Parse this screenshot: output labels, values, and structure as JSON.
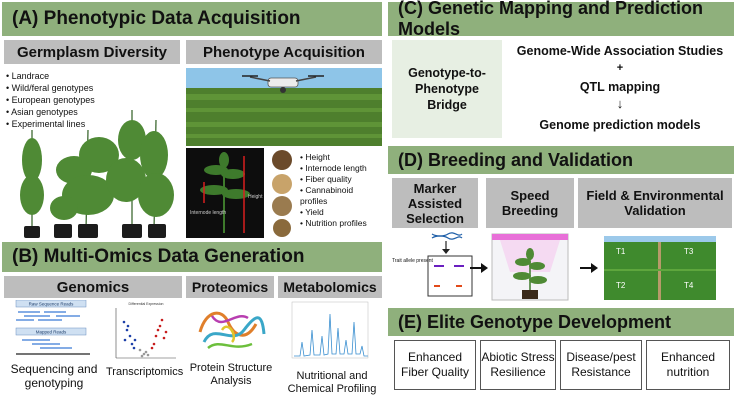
{
  "panel_a": {
    "title": "(A) Phenotypic Data Acquisition",
    "germplasm": {
      "heading": "Germplasm Diversity",
      "items": [
        "Landrace",
        "Wild/feral genotypes",
        "European genotypes",
        "Asian genotypes",
        "Experimental lines"
      ]
    },
    "phenotype": {
      "heading": "Phenotype Acquisition",
      "traits": [
        "Height",
        "Internode length",
        "Fiber quality",
        "Cannabinoid profiles",
        "Yield",
        "Nutrition profiles"
      ],
      "plant_labels": [
        "Internode length",
        "Height"
      ]
    }
  },
  "panel_b": {
    "title": "(B) Multi-Omics Data Generation",
    "genomics": {
      "heading": "Genomics",
      "caption_left": "Sequencing and genotyping",
      "caption_right": "Transcriptomics",
      "raw_reads": "Raw Sequence Reads",
      "mapped_reads": "Mapped Reads",
      "volcano_title": "Differential Expression"
    },
    "proteomics": {
      "heading": "Proteomics",
      "caption": "Protein Structure Analysis"
    },
    "metabolomics": {
      "heading": "Metabolomics",
      "caption": "Nutritional and Chemical Profiling"
    }
  },
  "panel_c": {
    "title": "(C) Genetic Mapping and Prediction Models",
    "bridge": "Genotype-to-Phenotype Bridge",
    "gwas": "Genome-Wide Association Studies",
    "plus": "+",
    "qtl": "QTL mapping",
    "arrow": "↓",
    "prediction": "Genome prediction models"
  },
  "panel_d": {
    "title": "(D) Breeding and Validation",
    "mas": "Marker Assisted Selection",
    "speed": "Speed Breeding",
    "field": "Field & Environmental Validation",
    "trait_label": "Trait allele present",
    "plots": [
      "T1",
      "T2",
      "T3",
      "T4"
    ]
  },
  "panel_e": {
    "title": "(E) Elite Genotype Development",
    "boxes": [
      "Enhanced Fiber Quality",
      "Abiotic Stress Resilience",
      "Disease/pest Resistance",
      "Enhanced nutrition"
    ]
  },
  "colors": {
    "green_header": "#8fb07c",
    "grey_header": "#bdbdbd",
    "panel_c_bg": "#e7efe3",
    "plant_green": "#3e7a2c",
    "sky": "#8ec5e8"
  }
}
